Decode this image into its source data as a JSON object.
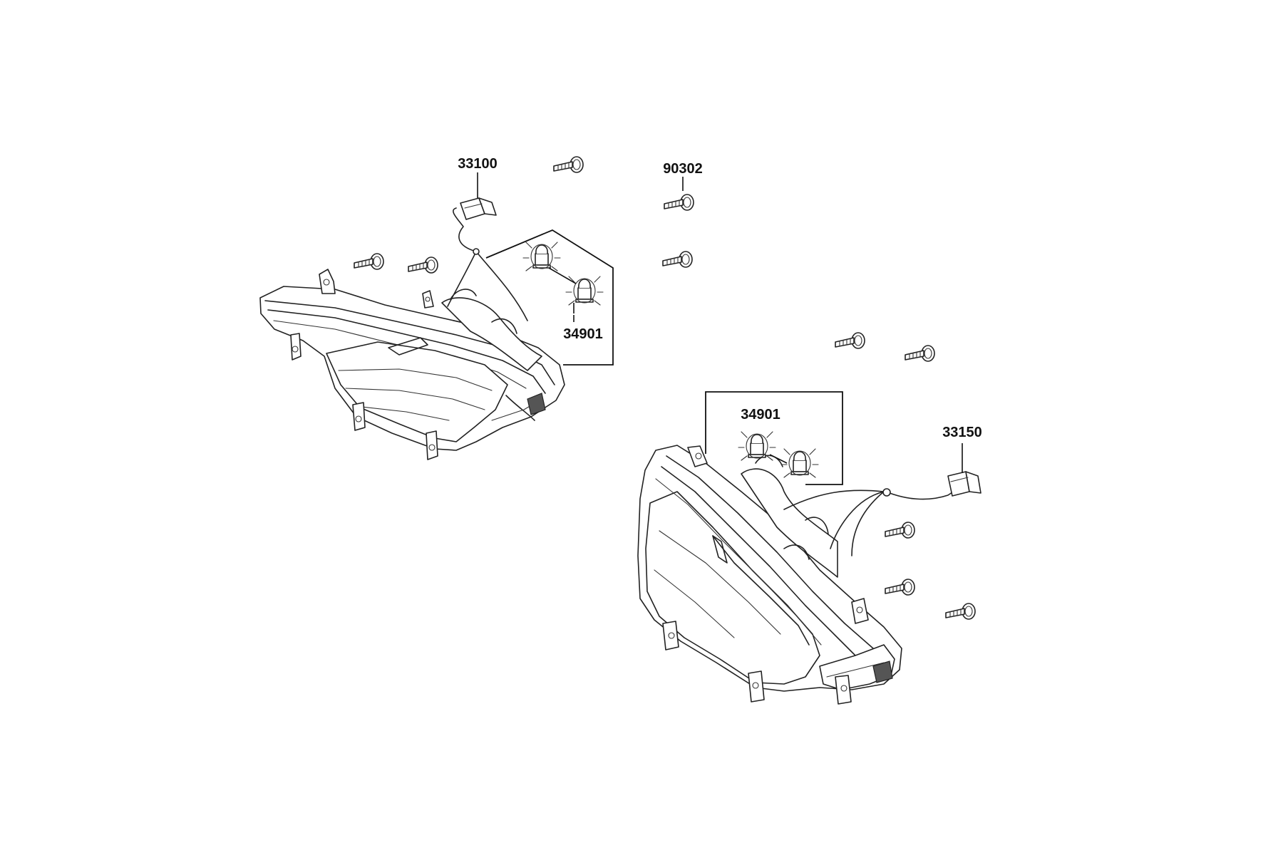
{
  "diagram": {
    "labels": {
      "wire_left": "33100",
      "screw": "90302",
      "bulb_left": "34901",
      "bulb_right": "34901",
      "wire_right": "33150"
    }
  }
}
